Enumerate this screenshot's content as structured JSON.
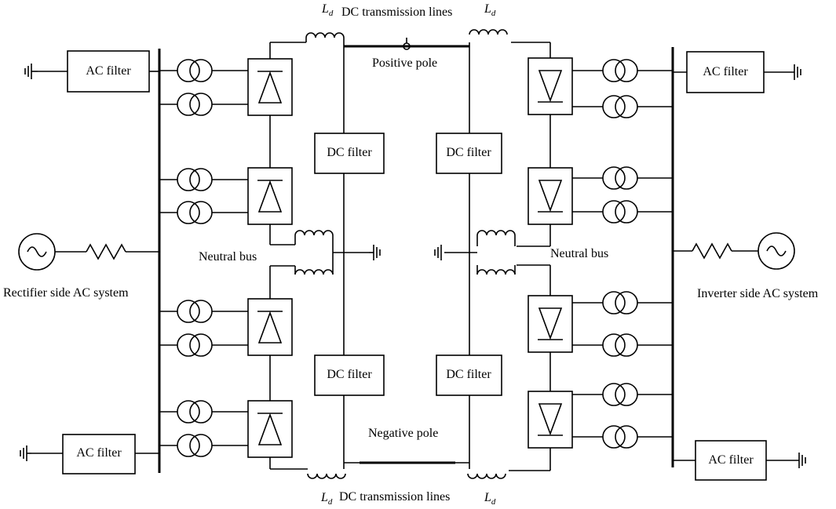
{
  "labels": {
    "ac_filter": "AC filter",
    "dc_filter": "DC filter",
    "dc_lines": "DC transmission lines",
    "positive_pole": "Positive pole",
    "negative_pole": "Negative pole",
    "neutral_bus": "Neutral bus",
    "rectifier_side": "Rectifier side AC system",
    "inverter_side": "Inverter side AC system",
    "inductor_L": "L",
    "inductor_sub": "d"
  }
}
